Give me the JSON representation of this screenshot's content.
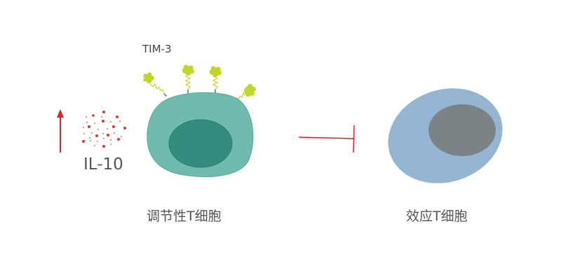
{
  "labels": {
    "receptor": "TIM-3",
    "cytokine": "IL-10",
    "regulatory_cell": "调节性T细胞",
    "effector_cell": "效应T细胞"
  },
  "colors": {
    "treg_cytoplasm": "#6fbbad",
    "treg_nucleus": "#348c7f",
    "teff_cytoplasm": "#94b6d2",
    "teff_nucleus": "#7a8386",
    "receptor": "#c2d62a",
    "arrow": "#e0202a",
    "text": "#555555"
  },
  "diagram": {
    "upregulation_arrow": "up",
    "inhibition_symbol": "T-bar",
    "receptor_count": 4
  }
}
